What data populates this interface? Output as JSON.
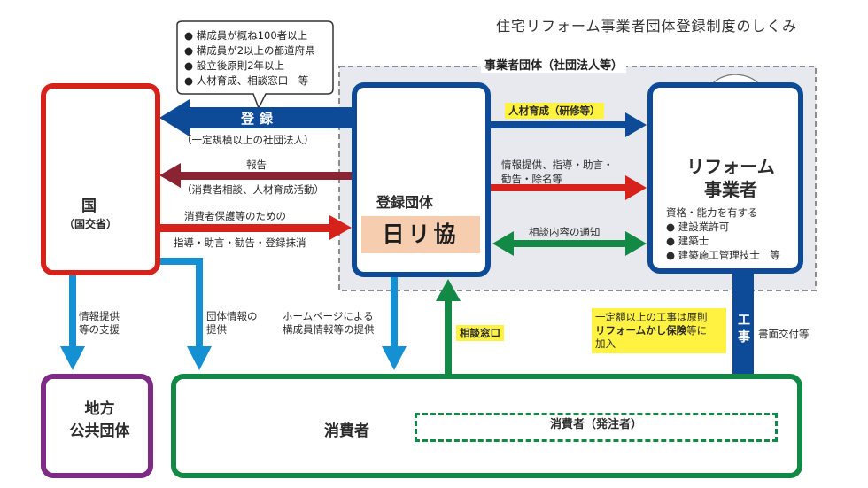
{
  "title": "住宅リフォーム事業者団体登録制度のしくみ",
  "group_label": "事業者団体（社団法人等）",
  "requirements_bubble": [
    "構成員が概ね100者以上",
    "構成員が2以上の都道府県",
    "設立後原則2年以上",
    "人材育成、相談窓口　等"
  ],
  "nodes": {
    "kuni": {
      "name": "国",
      "sub": "（国交省）",
      "icons": [
        "japan-map-icon",
        "japan-flag-icon"
      ]
    },
    "nichiri": {
      "label": "登録団体",
      "name": "日リ協",
      "icon": "nichiri-logo-icon"
    },
    "reform": {
      "title_line1": "リフォーム",
      "title_line2": "事業者",
      "qualifications_heading": "資格・能力を有する",
      "qualifications": [
        "建設業許可",
        "建築士",
        "建築施工管理技士　等"
      ]
    },
    "chiho": {
      "line1": "地方",
      "line2": "公共団体"
    },
    "consumer": {
      "label": "消費者",
      "orderer": "消費者（発注者）"
    }
  },
  "arrows": {
    "registration": {
      "label": "登録",
      "sub": "（一定規模以上の社団法人）"
    },
    "report": {
      "label": "報告",
      "sub": "（消費者相談、人材育成活動）"
    },
    "guidance": {
      "line1": "消費者保護等のための",
      "line2": "指導・助言・勧告・登録抹消"
    },
    "training": {
      "label": "人材育成（研修等）"
    },
    "info_guidance": {
      "line1": "情報提供、指導・助言・",
      "line2": "勧告・除名等"
    },
    "consult_notice": {
      "label": "相談内容の通知"
    },
    "info_support": {
      "line1": "情報提供",
      "line2": "等の支援"
    },
    "group_info": {
      "line1": "団体情報の",
      "line2": "提供"
    },
    "homepage_info": {
      "line1": "ホームページによる",
      "line2": "構成員情報等の提供"
    },
    "consult_window": {
      "label": "相談窓口"
    },
    "construction": {
      "label": "工事",
      "side": "書面交付等"
    },
    "insurance_note": {
      "line1": "一定額以上の工事は原則",
      "line2_bold": "リフォームかし保険",
      "line2_rest": "等に",
      "line3": "加入"
    }
  },
  "colors": {
    "registration_blue": "#0d4a97",
    "report_maroon": "#8a2332",
    "guidance_red": "#d7211b",
    "info_lightblue": "#1591d3",
    "consult_green": "#128a45",
    "chiho_purple": "#7d2b85",
    "highlight_yellow": "#fff241"
  }
}
